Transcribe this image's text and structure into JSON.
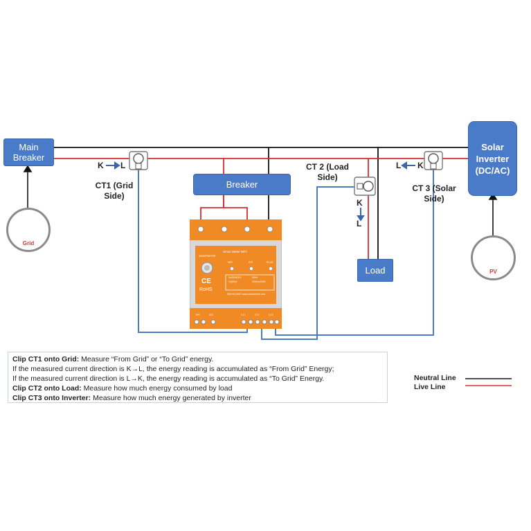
{
  "boxes": {
    "main_breaker": "Main Breaker",
    "breaker": "Breaker",
    "solar_inverter": "Solar Inverter (DC/AC)",
    "load": "Load"
  },
  "ct_labels": {
    "ct1": "CT1 (Grid Side)",
    "ct2": "CT 2 (Load Side)",
    "ct3": "CT 3 (Solar Side)"
  },
  "direction_labels": {
    "ct1_k": "K",
    "ct1_l": "L",
    "ct2_l": "L",
    "ct2_k": "K",
    "ct3_l": "L",
    "ct3_k": "K"
  },
  "icons": {
    "grid": {
      "icon": "power-tower-icon",
      "label": "Grid",
      "label_color": "#e03030"
    },
    "pv": {
      "icon": "solar-panel-icon",
      "label": "PV",
      "label_color": "#e03030"
    }
  },
  "meter": {
    "title": "Smart Meter WiFi",
    "ce": "CE",
    "rohs": "RoHS",
    "brand": "SMARTMETER",
    "status": [
      "WiFi",
      "R/S",
      "PLUG"
    ],
    "specs": [
      "3x230/400V",
      "10(60)A",
      "50Hz",
      "400imp/kWh"
    ],
    "url": "SIM+4G/WiFi www.smartmeter.com",
    "bottom_terminals": [
      "ΤΡΚ",
      "A/N",
      "CT1",
      "CT2",
      "CT3"
    ]
  },
  "notes": [
    {
      "bold": "Clip CT1 onto Grid:",
      "text": " Measure “From Grid” or “To Grid” energy."
    },
    {
      "bold": "",
      "text": "If the measured current direction is K→L, the energy reading is accumulated as “From Grid” Energy;"
    },
    {
      "bold": "",
      "text": "If the measured current direction is L→K, the energy reading is accumulated as “To Grid” Energy."
    },
    {
      "bold": "Clip CT2 onto Load:",
      "text": " Measure how much energy consumed by load"
    },
    {
      "bold": "Clip CT3 onto Inverter:",
      "text": " Measure how much energy generated by inverter"
    }
  ],
  "legend": {
    "neutral": "Neutral Line",
    "live": "Live Line"
  },
  "colors": {
    "neutral_line": "#111111",
    "live_line": "#d92c2c",
    "ct_wire": "#4a7bc8",
    "box_fill": "#4a7bc8",
    "meter_orange": "#f08a24",
    "meter_gray": "#d8d8d8"
  }
}
